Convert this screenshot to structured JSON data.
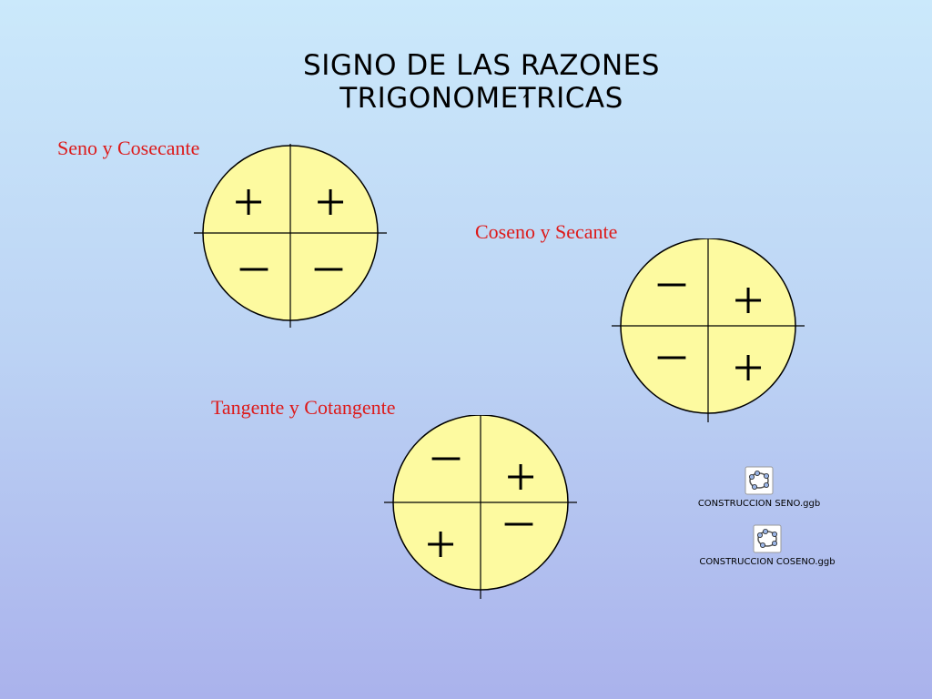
{
  "title": {
    "line1": "SIGNO DE LAS RAZONES",
    "line2": "TRIGONOMETRICAS",
    "accent": "´"
  },
  "diagrams": [
    {
      "label": "Seno y Cosecante",
      "quadrants": {
        "q1": "+",
        "q2": "+",
        "q3": "–",
        "q4": "–"
      }
    },
    {
      "label": "Coseno y Secante",
      "quadrants": {
        "q1": "+",
        "q2": "–",
        "q3": "–",
        "q4": "+"
      }
    },
    {
      "label": "Tangente y Cotangente",
      "quadrants": {
        "q1": "+",
        "q2": "–",
        "q3": "+",
        "q4": "–"
      }
    }
  ],
  "files": [
    {
      "name": "CONSTRUCCION SENO.ggb",
      "icon": "geogebra-file-icon"
    },
    {
      "name": "CONSTRUCCION COSENO.ggb",
      "icon": "geogebra-file-icon"
    }
  ],
  "colors": {
    "circle_fill": "#fdfaa0",
    "label": "#dd1a1a",
    "background_top": "#cbe9fb",
    "background_bottom": "#aab2ec"
  }
}
